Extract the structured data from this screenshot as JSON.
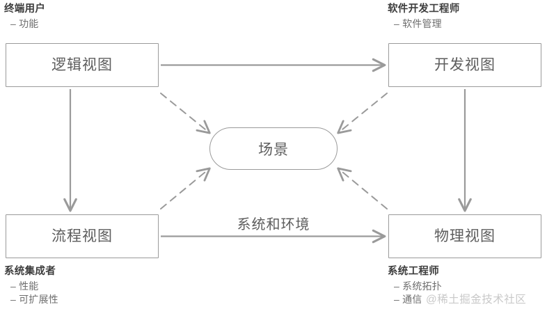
{
  "diagram": {
    "title": "4+1 architectural view model",
    "colors": {
      "stroke": "#9a9a9a",
      "box_text": "#5d5d5d",
      "role_text": "#3d3d3d",
      "bullet_text": "#6e6e6e",
      "watermark": "#c9c9c9",
      "background": "#ffffff"
    },
    "nodes": {
      "logical": {
        "label": "逻辑视图"
      },
      "development": {
        "label": "开发视图"
      },
      "process": {
        "label": "流程视图"
      },
      "physical": {
        "label": "物理视图"
      },
      "scenario": {
        "label": "场景"
      }
    },
    "annotations": {
      "end_user": {
        "role": "终端用户",
        "bullets": [
          "– 功能"
        ]
      },
      "software_developer": {
        "role": "软件开发工程师",
        "bullets": [
          "– 软件管理"
        ]
      },
      "system_integrator": {
        "role": "系统集成者",
        "bullets": [
          "– 性能",
          "– 可扩展性"
        ]
      },
      "system_engineer": {
        "role": "系统工程师",
        "bullets": [
          "– 系统拓扑",
          "– 通信"
        ]
      }
    },
    "edges": {
      "system_environment_label": "系统和环境"
    },
    "watermark": "@稀土掘金技术社区"
  }
}
